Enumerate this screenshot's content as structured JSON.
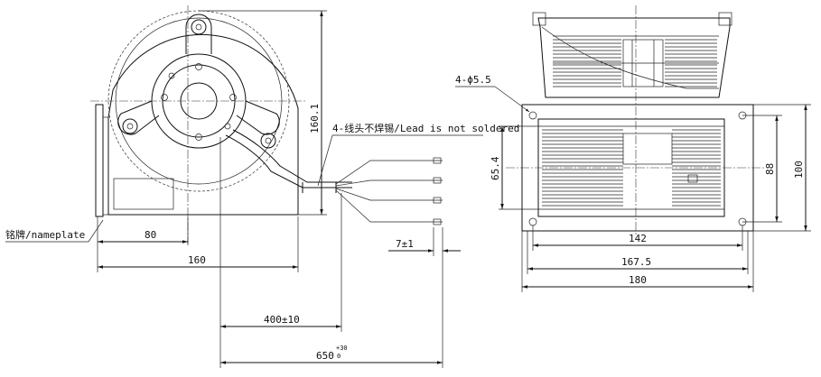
{
  "labels": {
    "holes": "4-ϕ5.5",
    "lead_note": "4-线头不焊锡/Lead is not soldered",
    "nameplate": "铭牌/nameplate"
  },
  "dimensions": {
    "front_height": "160.1",
    "nameplate_offset": "80",
    "front_width": "160",
    "cable_length": "400±10",
    "lead_length": "650",
    "lead_tolerance": "+30",
    "lead_tolerance_low": "0",
    "lead_strip": "7±1",
    "hole_spacing_v": "65.4",
    "flange_hole_v": "88",
    "flange_height": "100",
    "hole_spacing_h": "142",
    "body_width": "167.5",
    "flange_width": "180"
  }
}
